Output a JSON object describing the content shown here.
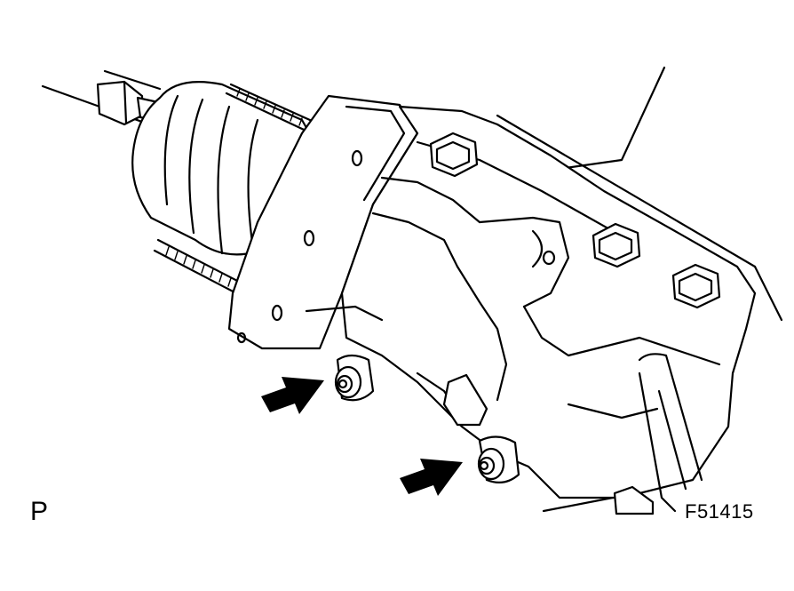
{
  "labels": {
    "view_letter": "P",
    "figure_code": "F51415"
  },
  "colors": {
    "line": "#000000",
    "background": "#ffffff"
  },
  "callouts": {
    "arrow_count": 2,
    "arrow_targets": [
      "upper-fitting-nipple",
      "lower-fitting-nipple"
    ]
  }
}
